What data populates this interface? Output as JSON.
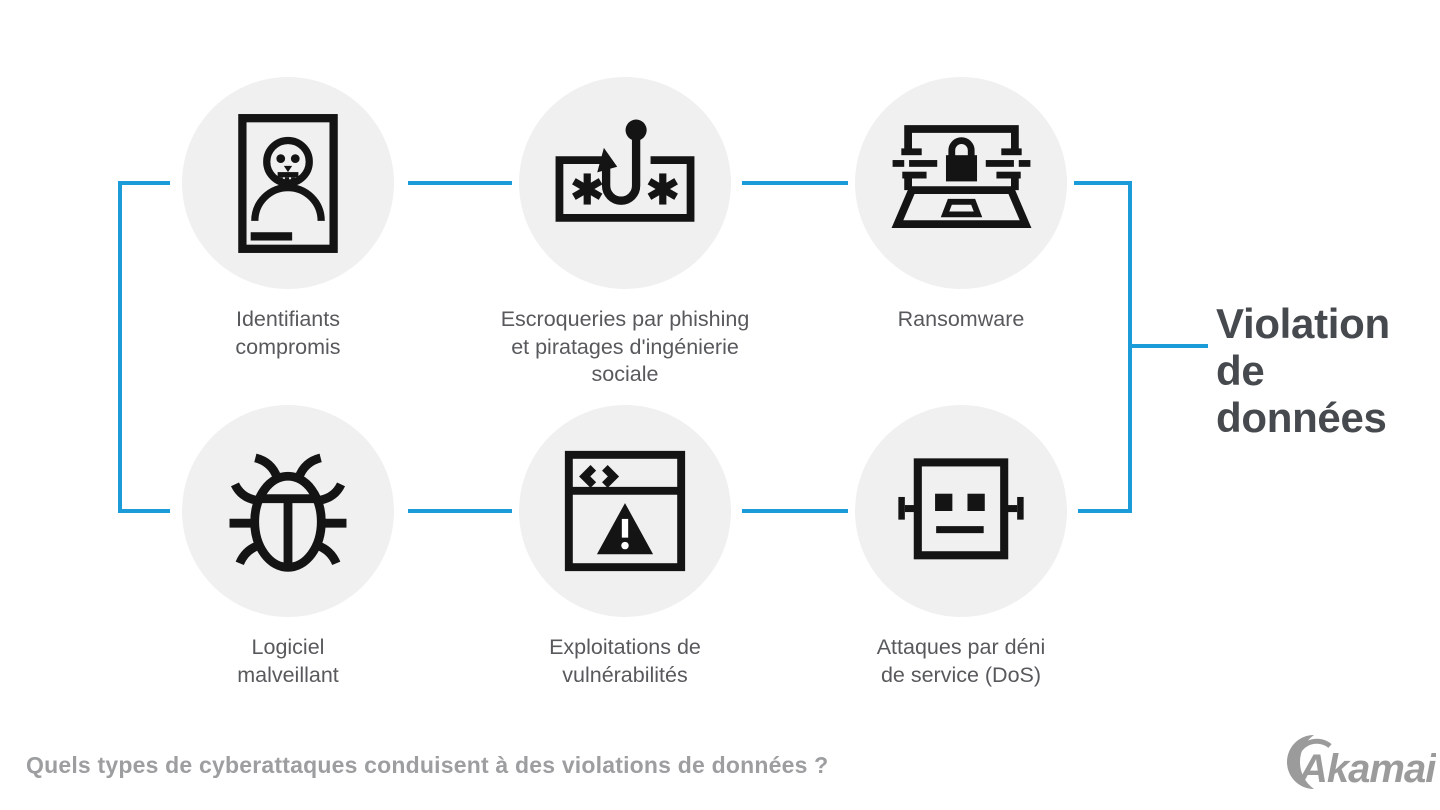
{
  "colors": {
    "accent_blue": "#1b9cd8",
    "circle_background": "#f0f0f0",
    "icon_black": "#141414",
    "label_gray": "#58595c",
    "title_gray": "#46494d",
    "caption_gray": "#9d9ea0",
    "logo_gray": "#9b9b9b"
  },
  "title": {
    "line1": "Violation",
    "line2": "de données"
  },
  "caption": "Quels types de cyberattaques conduisent à des violations de données ?",
  "logo": {
    "brand": "Akamai"
  },
  "nodes": [
    {
      "id": "compromised-credentials",
      "icon": "id-card-skull-icon",
      "lines": [
        "Identifiants",
        "compromis"
      ]
    },
    {
      "id": "phishing-social-engineering",
      "icon": "fish-hook-password-icon",
      "lines": [
        "Escroqueries par phishing",
        "et piratages d'ingénierie",
        "sociale"
      ]
    },
    {
      "id": "ransomware",
      "icon": "ransomware-laptop-icon",
      "lines": [
        "Ransomware"
      ]
    },
    {
      "id": "malware",
      "icon": "bug-icon",
      "lines": [
        "Logiciel",
        "malveillant"
      ]
    },
    {
      "id": "vulnerability-exploits",
      "icon": "browser-warning-icon",
      "lines": [
        "Exploitations de",
        "vulnérabilités"
      ]
    },
    {
      "id": "dos-attacks",
      "icon": "robot-icon",
      "lines": [
        "Attaques par déni",
        "de service (DoS)"
      ]
    }
  ]
}
